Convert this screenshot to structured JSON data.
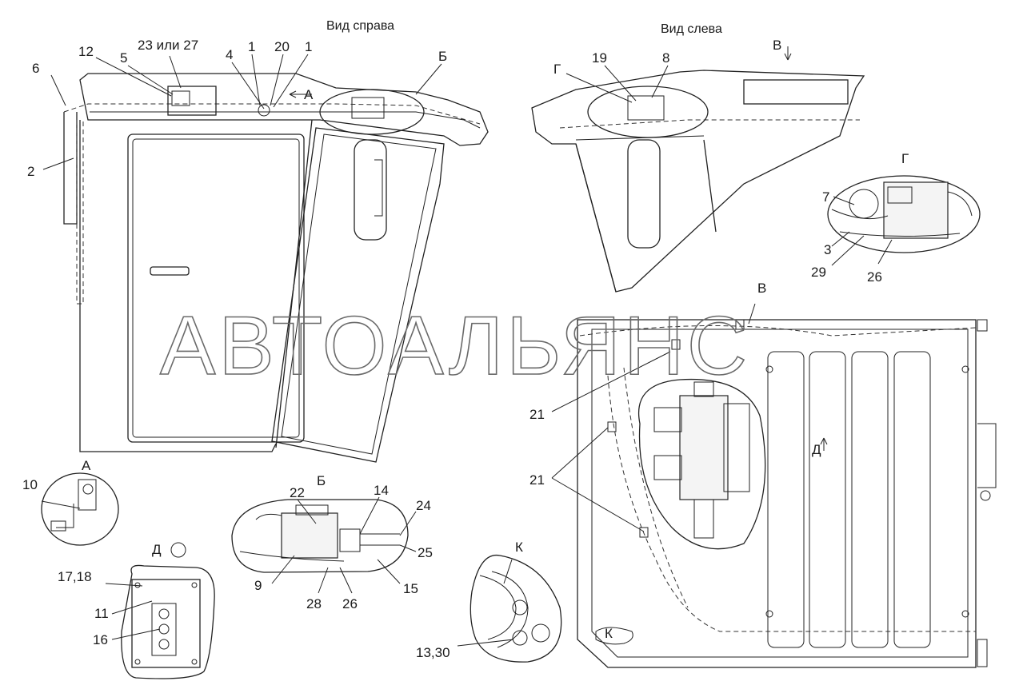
{
  "views": {
    "right": "Вид справа",
    "left": "Вид слева"
  },
  "watermark": "АВТОАЛЬЯНС",
  "callouts": {
    "c6": "6",
    "c12": "12",
    "c5": "5",
    "c23_27": "23 или 27",
    "c4": "4",
    "c1a": "1",
    "c20": "20",
    "c1b": "1",
    "cB_top": "Б",
    "cA_top": "А",
    "c2": "2",
    "cG_top": "Г",
    "c19": "19",
    "c8": "8",
    "cV_top": "В",
    "cG_detail": "Г",
    "c7": "7",
    "c3": "3",
    "c29": "29",
    "c26a": "26",
    "cV_mid": "В",
    "c21a": "21",
    "c21b": "21",
    "cD_mid": "Д",
    "cA_detail": "А",
    "c10": "10",
    "cD_detail": "Д",
    "c17_18": "17,18",
    "c11": "11",
    "c16": "16",
    "cB_detail": "Б",
    "c22": "22",
    "c14": "14",
    "c24": "24",
    "c25": "25",
    "c9": "9",
    "c28": "28",
    "c26b": "26",
    "c15": "15",
    "cK_detail": "К",
    "c13_30": "13,30",
    "cK_mid": "К"
  }
}
